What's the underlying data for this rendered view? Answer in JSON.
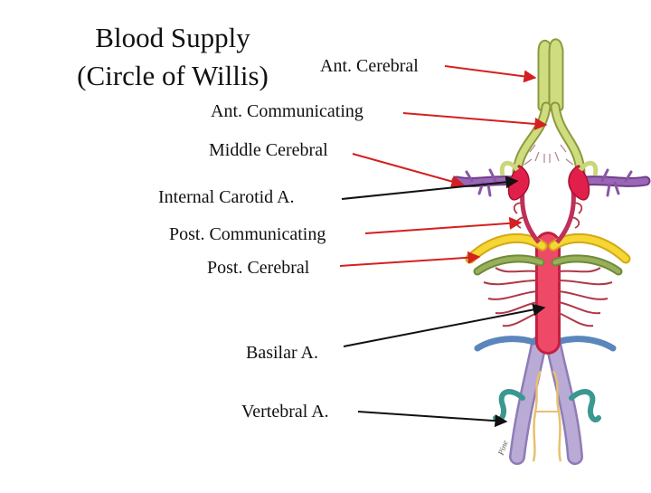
{
  "title": {
    "line1": "Blood Supply",
    "line2": "(Circle of Willis)"
  },
  "labels": {
    "ant_cerebral": "Ant. Cerebral",
    "ant_communicating": "Ant. Communicating",
    "middle_cerebral": "Middle Cerebral",
    "internal_carotid": "Internal Carotid A.",
    "post_communicating": "Post. Communicating",
    "post_cerebral": "Post. Cerebral",
    "basilar": "Basilar A.",
    "vertebral": "Vertebral A."
  },
  "signature": "Pine",
  "colors": {
    "background": "#ffffff",
    "text": "#111111",
    "arrow_red": "#d42020",
    "arrow_black": "#111111",
    "ant_cerebral": "#c9d67a",
    "ant_cerebral_outline": "#8c9a3c",
    "internal_carotid": "#e0204a",
    "middle_cerebral": "#8e5aa6",
    "post_cerebral_yellow": "#f2d22a",
    "post_cerebral_green": "#8aa050",
    "basilar": "#e8405a",
    "vertebral": "#a896c8",
    "spinal_blue": "#6f96c8",
    "spinal_teal": "#4aa8a0",
    "branches": "#b8404a",
    "anterior_spinal": "#e8c070"
  }
}
